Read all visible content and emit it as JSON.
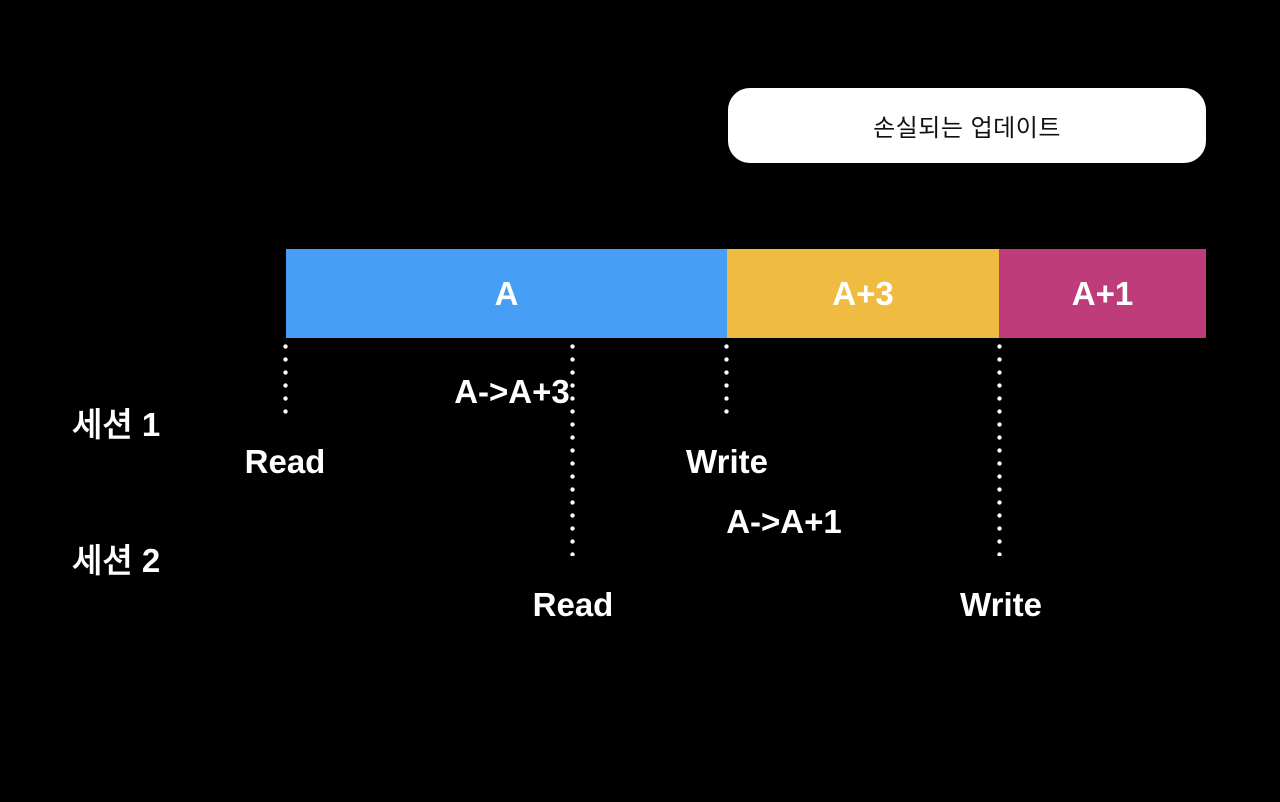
{
  "canvas": {
    "background": "#000000"
  },
  "callout": {
    "label": "손실되는 업데이트",
    "background": "#ffffff",
    "text_color": "#111111"
  },
  "value_bar": {
    "segments": [
      {
        "label": "A",
        "color": "#469FF5"
      },
      {
        "label": "A+3",
        "color": "#EFBB41"
      },
      {
        "label": "A+1",
        "color": "#BE3C79"
      }
    ],
    "label_color": "#ffffff"
  },
  "sessions": [
    {
      "name": "세션 1",
      "operation": "A->A+3",
      "read_label": "Read",
      "write_label": "Write"
    },
    {
      "name": "세션 2",
      "operation": "A->A+1",
      "read_label": "Read",
      "write_label": "Write"
    }
  ],
  "line_color": "#ffffff"
}
